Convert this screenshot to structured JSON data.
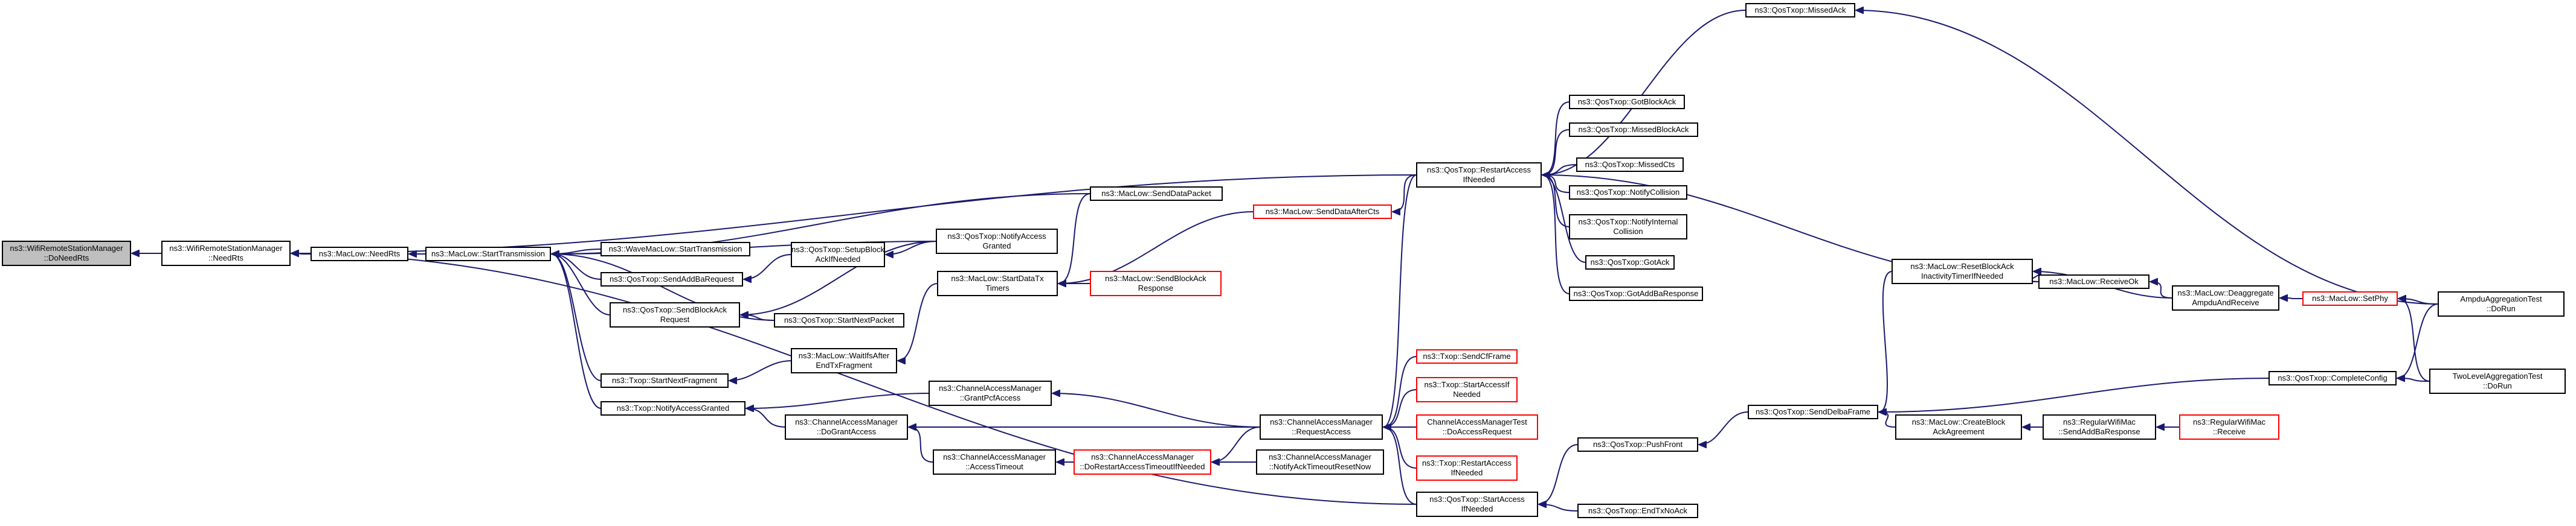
{
  "graph": {
    "colors": {
      "edge": "#191970",
      "node_border": "#000000",
      "node_border_incomplete": "#ff0000",
      "root_fill": "#bfbfbf"
    },
    "nodes": [
      {
        "id": "n0",
        "lines": [
          "ns3::WifiRemoteStationManager",
          "::DoNeedRts"
        ],
        "style": "root"
      },
      {
        "id": "n1",
        "lines": [
          "ns3::WifiRemoteStationManager",
          "::NeedRts"
        ],
        "style": "normal"
      },
      {
        "id": "n2",
        "lines": [
          "ns3::MacLow::NeedRts"
        ],
        "style": "normal"
      },
      {
        "id": "n3",
        "lines": [
          "ns3::MacLow::StartTransmission"
        ],
        "style": "normal"
      },
      {
        "id": "n4",
        "lines": [
          "ns3::WaveMacLow::StartTransmission"
        ],
        "style": "normal"
      },
      {
        "id": "n5",
        "lines": [
          "ns3::QosTxop::SendAddBaRequest"
        ],
        "style": "normal"
      },
      {
        "id": "n6",
        "lines": [
          "ns3::QosTxop::SendBlockAck",
          "Request"
        ],
        "style": "normal"
      },
      {
        "id": "n7",
        "lines": [
          "ns3::Txop::StartNextFragment"
        ],
        "style": "normal"
      },
      {
        "id": "n8",
        "lines": [
          "ns3::Txop::NotifyAccessGranted"
        ],
        "style": "normal"
      },
      {
        "id": "n9",
        "lines": [
          "ns3::QosTxop::SetupBlock",
          "AckIfNeeded"
        ],
        "style": "normal"
      },
      {
        "id": "n10",
        "lines": [
          "ns3::QosTxop::StartNextPacket"
        ],
        "style": "normal"
      },
      {
        "id": "n11",
        "lines": [
          "ns3::MacLow::WaitIfsAfter",
          "EndTxFragment"
        ],
        "style": "normal"
      },
      {
        "id": "n12",
        "lines": [
          "ns3::ChannelAccessManager",
          "::GrantPcfAccess"
        ],
        "style": "normal"
      },
      {
        "id": "n13",
        "lines": [
          "ns3::ChannelAccessManager",
          "::DoGrantAccess"
        ],
        "style": "normal"
      },
      {
        "id": "n14",
        "lines": [
          "ns3::ChannelAccessManager",
          "::AccessTimeout"
        ],
        "style": "normal"
      },
      {
        "id": "n15",
        "lines": [
          "ns3::MacLow::SendDataPacket"
        ],
        "style": "normal"
      },
      {
        "id": "n16",
        "lines": [
          "ns3::QosTxop::NotifyAccess",
          "Granted"
        ],
        "style": "normal"
      },
      {
        "id": "n17",
        "lines": [
          "ns3::MacLow::StartDataTx",
          "Timers"
        ],
        "style": "normal"
      },
      {
        "id": "n18",
        "lines": [
          "ns3::MacLow::SendDataAfterCts"
        ],
        "style": "red"
      },
      {
        "id": "n19",
        "lines": [
          "ns3::MacLow::SendBlockAck",
          "Response"
        ],
        "style": "red"
      },
      {
        "id": "n20",
        "lines": [
          "ns3::ChannelAccessManager",
          "::DoRestartAccessTimeoutIfNeeded"
        ],
        "style": "red"
      },
      {
        "id": "n21",
        "lines": [
          "ns3::ChannelAccessManager",
          "::RequestAccess"
        ],
        "style": "normal"
      },
      {
        "id": "n22",
        "lines": [
          "ns3::ChannelAccessManager",
          "::NotifyAckTimeoutResetNow"
        ],
        "style": "normal"
      },
      {
        "id": "n23",
        "lines": [
          "ns3::QosTxop::RestartAccess",
          "IfNeeded"
        ],
        "style": "normal"
      },
      {
        "id": "n24",
        "lines": [
          "ns3::QosTxop::StartAccess",
          "IfNeeded"
        ],
        "style": "normal"
      },
      {
        "id": "n25",
        "lines": [
          "ns3::Txop::SendCfFrame"
        ],
        "style": "red"
      },
      {
        "id": "n26",
        "lines": [
          "ns3::Txop::StartAccessIf",
          "Needed"
        ],
        "style": "red"
      },
      {
        "id": "n27",
        "lines": [
          "ChannelAccessManagerTest",
          "::DoAccessRequest"
        ],
        "style": "red"
      },
      {
        "id": "n28",
        "lines": [
          "ns3::Txop::RestartAccess",
          "IfNeeded"
        ],
        "style": "red"
      },
      {
        "id": "n29",
        "lines": [
          "ns3::QosTxop::MissedAck"
        ],
        "style": "normal"
      },
      {
        "id": "n30",
        "lines": [
          "ns3::QosTxop::GotBlockAck"
        ],
        "style": "normal"
      },
      {
        "id": "n31",
        "lines": [
          "ns3::QosTxop::MissedBlockAck"
        ],
        "style": "normal"
      },
      {
        "id": "n32",
        "lines": [
          "ns3::QosTxop::MissedCts"
        ],
        "style": "normal"
      },
      {
        "id": "n33",
        "lines": [
          "ns3::QosTxop::NotifyCollision"
        ],
        "style": "normal"
      },
      {
        "id": "n34",
        "lines": [
          "ns3::QosTxop::NotifyInternal",
          "Collision"
        ],
        "style": "normal"
      },
      {
        "id": "n35",
        "lines": [
          "ns3::QosTxop::GotAck"
        ],
        "style": "normal"
      },
      {
        "id": "n36",
        "lines": [
          "ns3::QosTxop::GotAddBaResponse"
        ],
        "style": "normal"
      },
      {
        "id": "n37",
        "lines": [
          "ns3::QosTxop::PushFront"
        ],
        "style": "normal"
      },
      {
        "id": "n38",
        "lines": [
          "ns3::QosTxop::EndTxNoAck"
        ],
        "style": "normal"
      },
      {
        "id": "n39",
        "lines": [
          "ns3::QosTxop::SendDelbaFrame"
        ],
        "style": "normal"
      },
      {
        "id": "n40",
        "lines": [
          "ns3::MacLow::ResetBlockAck",
          "InactivityTimerIfNeeded"
        ],
        "style": "normal"
      },
      {
        "id": "n41",
        "lines": [
          "ns3::MacLow::CreateBlock",
          "AckAgreement"
        ],
        "style": "normal"
      },
      {
        "id": "n42",
        "lines": [
          "ns3::MacLow::ReceiveOk"
        ],
        "style": "normal"
      },
      {
        "id": "n43",
        "lines": [
          "ns3::MacLow::Deaggregate",
          "AmpduAndReceive"
        ],
        "style": "normal"
      },
      {
        "id": "n44",
        "lines": [
          "ns3::RegularWifiMac",
          "::SendAddBaResponse"
        ],
        "style": "normal"
      },
      {
        "id": "n45",
        "lines": [
          "ns3::RegularWifiMac",
          "::Receive"
        ],
        "style": "red"
      },
      {
        "id": "n46",
        "lines": [
          "ns3::MacLow::SetPhy"
        ],
        "style": "red"
      },
      {
        "id": "n47",
        "lines": [
          "ns3::QosTxop::CompleteConfig"
        ],
        "style": "normal"
      },
      {
        "id": "n48",
        "lines": [
          "AmpduAggregationTest",
          "::DoRun"
        ],
        "style": "normal"
      },
      {
        "id": "n49",
        "lines": [
          "TwoLevelAggregationTest",
          "::DoRun"
        ],
        "style": "normal"
      }
    ],
    "edges": [
      [
        "n1",
        "n0"
      ],
      [
        "n2",
        "n1"
      ],
      [
        "n24",
        "n1"
      ],
      [
        "n23",
        "n1"
      ],
      [
        "n3",
        "n2"
      ],
      [
        "n4",
        "n3"
      ],
      [
        "n5",
        "n3"
      ],
      [
        "n6",
        "n3"
      ],
      [
        "n7",
        "n3"
      ],
      [
        "n8",
        "n3"
      ],
      [
        "n10",
        "n3"
      ],
      [
        "n15",
        "n3"
      ],
      [
        "n16",
        "n3"
      ],
      [
        "n9",
        "n5"
      ],
      [
        "n16",
        "n9"
      ],
      [
        "n10",
        "n6"
      ],
      [
        "n16",
        "n6"
      ],
      [
        "n11",
        "n7"
      ],
      [
        "n12",
        "n8"
      ],
      [
        "n13",
        "n8"
      ],
      [
        "n17",
        "n11"
      ],
      [
        "n15",
        "n17"
      ],
      [
        "n18",
        "n17"
      ],
      [
        "n19",
        "n17"
      ],
      [
        "n23",
        "n18"
      ],
      [
        "n21",
        "n12"
      ],
      [
        "n21",
        "n13"
      ],
      [
        "n14",
        "n13"
      ],
      [
        "n20",
        "n14"
      ],
      [
        "n21",
        "n20"
      ],
      [
        "n22",
        "n20"
      ],
      [
        "n23",
        "n21"
      ],
      [
        "n24",
        "n21"
      ],
      [
        "n25",
        "n21"
      ],
      [
        "n26",
        "n21"
      ],
      [
        "n27",
        "n21"
      ],
      [
        "n28",
        "n21"
      ],
      [
        "n29",
        "n23"
      ],
      [
        "n30",
        "n23"
      ],
      [
        "n31",
        "n23"
      ],
      [
        "n32",
        "n23"
      ],
      [
        "n33",
        "n23"
      ],
      [
        "n34",
        "n23"
      ],
      [
        "n35",
        "n23"
      ],
      [
        "n36",
        "n23"
      ],
      [
        "n42",
        "n23"
      ],
      [
        "n37",
        "n24"
      ],
      [
        "n38",
        "n24"
      ],
      [
        "n39",
        "n37"
      ],
      [
        "n40",
        "n39"
      ],
      [
        "n41",
        "n39"
      ],
      [
        "n47",
        "n39"
      ],
      [
        "n42",
        "n40"
      ],
      [
        "n43",
        "n40"
      ],
      [
        "n44",
        "n41"
      ],
      [
        "n45",
        "n44"
      ],
      [
        "n43",
        "n42"
      ],
      [
        "n46",
        "n43"
      ],
      [
        "n48",
        "n29"
      ],
      [
        "n48",
        "n46"
      ],
      [
        "n49",
        "n46"
      ],
      [
        "n48",
        "n47"
      ],
      [
        "n49",
        "n47"
      ]
    ]
  }
}
